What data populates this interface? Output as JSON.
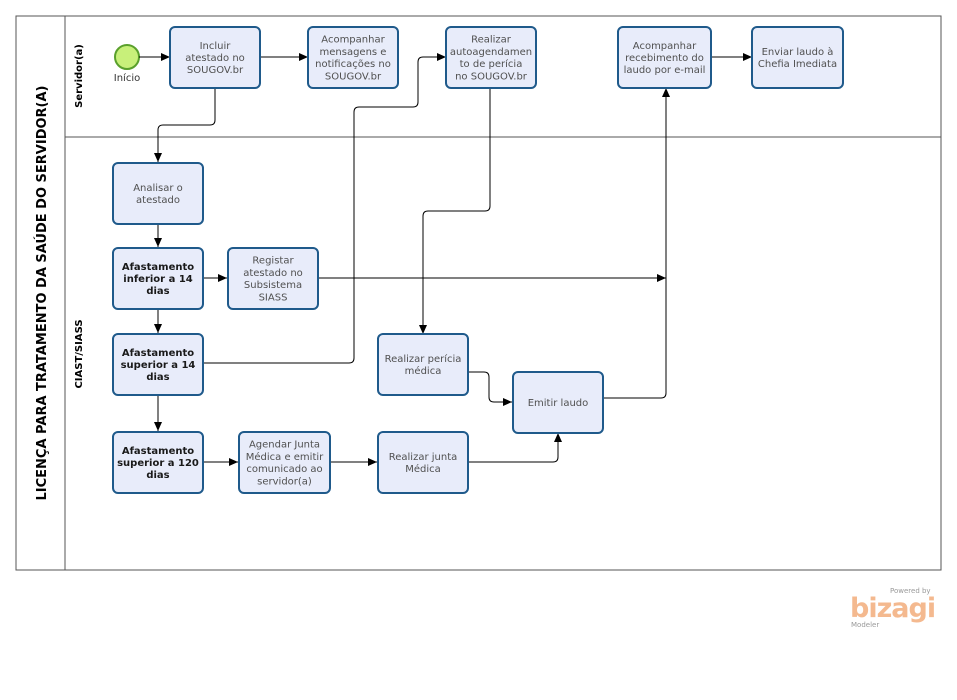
{
  "pool": {
    "title": "LICENÇA PARA TRATAMENTO DA SAÚDE DO SERVIDOR(A)"
  },
  "lanes": [
    {
      "label": "Servidor(a)"
    },
    {
      "label": "CIAST/SIASS"
    }
  ],
  "start_event": {
    "label": "Início"
  },
  "tasks": [
    {
      "id": "incluir",
      "lines": [
        "Incluir",
        "atestado no",
        "SOUGOV.br"
      ],
      "bold": false
    },
    {
      "id": "acompanhar-msg",
      "lines": [
        "Acompanhar",
        "mensagens e",
        "notificações no",
        "SOUGOV.br"
      ],
      "bold": false
    },
    {
      "id": "realizar-auto",
      "lines": [
        "Realizar",
        "autoagendamen",
        "to de perícia",
        "no SOUGOV.br"
      ],
      "bold": false
    },
    {
      "id": "acompanhar-laudo",
      "lines": [
        "Acompanhar",
        "recebimento do",
        "laudo por e-mail"
      ],
      "bold": false
    },
    {
      "id": "enviar-laudo",
      "lines": [
        "Enviar laudo à",
        "Chefia Imediata"
      ],
      "bold": false
    },
    {
      "id": "analisar",
      "lines": [
        "Analisar o",
        "atestado"
      ],
      "bold": false
    },
    {
      "id": "afast-14-inf",
      "lines": [
        "Afastamento",
        "inferior a 14",
        "dias"
      ],
      "bold": true
    },
    {
      "id": "registrar",
      "lines": [
        "Registar",
        "atestado no",
        "Subsistema",
        "SIASS"
      ],
      "bold": false
    },
    {
      "id": "afast-14-sup",
      "lines": [
        "Afastamento",
        "superior a 14",
        "dias"
      ],
      "bold": true
    },
    {
      "id": "pericia",
      "lines": [
        "Realizar perícia",
        "médica"
      ],
      "bold": false
    },
    {
      "id": "emitir",
      "lines": [
        "Emitir laudo"
      ],
      "bold": false
    },
    {
      "id": "afast-120",
      "lines": [
        "Afastamento",
        "superior a 120",
        "dias"
      ],
      "bold": true
    },
    {
      "id": "agendar-junta",
      "lines": [
        "Agendar Junta",
        "Médica e emitir",
        "comunicado ao",
        "servidor(a)"
      ],
      "bold": false
    },
    {
      "id": "junta",
      "lines": [
        "Realizar junta",
        "Médica"
      ],
      "bold": false
    }
  ],
  "colors": {
    "task_fill": "#e8ecfa",
    "task_stroke": "#1f5a8b",
    "start_fill": "#c8f07a",
    "start_stroke": "#5aa02c"
  },
  "watermark": {
    "powered": "Powered by",
    "brand": "bizagi",
    "sub": "Modeler"
  }
}
